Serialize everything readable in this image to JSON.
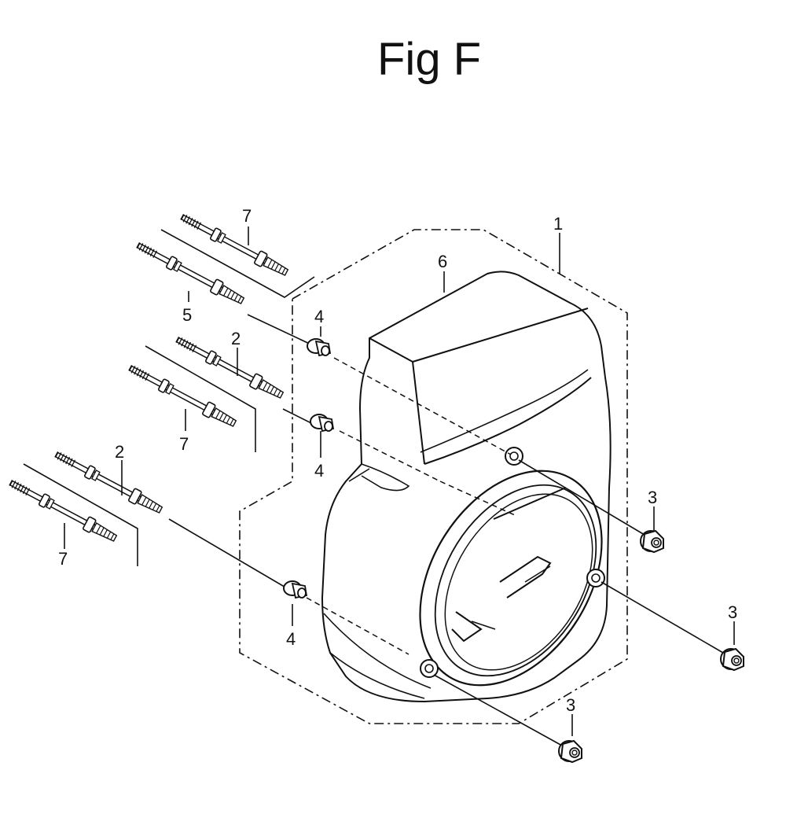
{
  "figure": {
    "title": "Fig F"
  },
  "callouts": {
    "c1": "1",
    "c2a": "2",
    "c2b": "2",
    "c3a": "3",
    "c3b": "3",
    "c3c": "3",
    "c4a": "4",
    "c4b": "4",
    "c4c": "4",
    "c5": "5",
    "c6": "6",
    "c7a": "7",
    "c7b": "7",
    "c7c": "7"
  },
  "icons": {
    "bolt": "stud-bolt-icon",
    "nut": "flange-nut-icon",
    "collar": "collar-icon",
    "shroud": "fan-cover-icon"
  }
}
